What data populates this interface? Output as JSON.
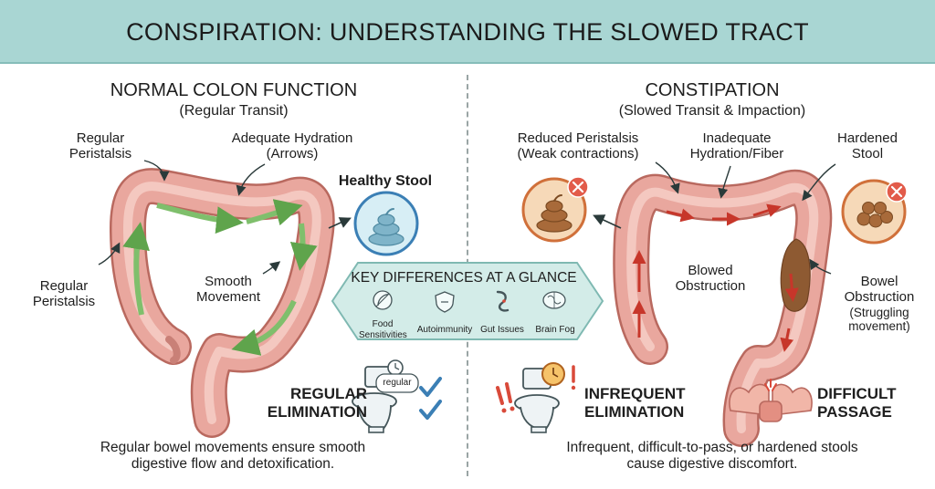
{
  "title": "CONSPIRATION: UNDERSTANDING THE SLOWED TRACT",
  "normal": {
    "heading": "NORMAL COLON FUNCTION",
    "subheading": "(Regular Transit)",
    "label_peristalsis_top_1": "Regular",
    "label_peristalsis_top_2": "Peristalsis",
    "label_hydration_1": "Adequate Hydration",
    "label_hydration_2": "(Arrows)",
    "label_stool": "Healthy Stool",
    "label_smooth_1": "Smooth",
    "label_smooth_2": "Movement",
    "label_peristalsis_left_1": "Regular",
    "label_peristalsis_left_2": "Peristalsis",
    "elimination_1": "REGULAR",
    "elimination_2": "ELIMINATION",
    "toilet_tag": "regular",
    "footer_1": "Regular bowel movements ensure smooth",
    "footer_2": "digestive flow and detoxification."
  },
  "constipation": {
    "heading": "CONSTIPATION",
    "subheading": "(Slowed Transit & Impaction)",
    "label_peristalsis_1": "Reduced Peristalsis",
    "label_peristalsis_2": "(Weak contractions)",
    "label_hydration_1": "Inadequate",
    "label_hydration_2": "Hydration/Fiber",
    "label_hardened_1": "Hardened",
    "label_hardened_2": "Stool",
    "label_blowed_1": "Blowed",
    "label_blowed_2": "Obstruction",
    "label_bowel_1": "Bowel",
    "label_bowel_2": "Obstruction",
    "label_bowel_3": "(Struggling",
    "label_bowel_4": "movement)",
    "infrequent_1": "INFREQUENT",
    "infrequent_2": "ELIMINATION",
    "difficult_1": "DIFFICULT",
    "difficult_2": "PASSAGE",
    "footer_1": "Infrequent, difficult-to-pass, or hardened stools",
    "footer_2": "cause digestive discomfort."
  },
  "panel": {
    "heading": "KEY DIFFERENCES AT A GLANCE",
    "items": [
      {
        "icon": "food-sensitivities-icon",
        "line1": "Food",
        "line2": "Sensitivities"
      },
      {
        "icon": "autoimmunity-icon",
        "line1": "Autoimmunity",
        "line2": ""
      },
      {
        "icon": "gut-issues-icon",
        "line1": "Gut Issues",
        "line2": ""
      },
      {
        "icon": "brain-fog-icon",
        "line1": "Brain Fog",
        "line2": ""
      }
    ]
  },
  "colors": {
    "banner": "#a9d6d3",
    "colon": "#e9a79e",
    "colon_outline": "#b9695f",
    "healthy_arrow": "#7fbf6c",
    "constipation_arrow": "#d94a3a",
    "stool_healthy": "#7fb4c9",
    "stool_hard": "#a86a3a",
    "check": "#3b7fb5"
  }
}
